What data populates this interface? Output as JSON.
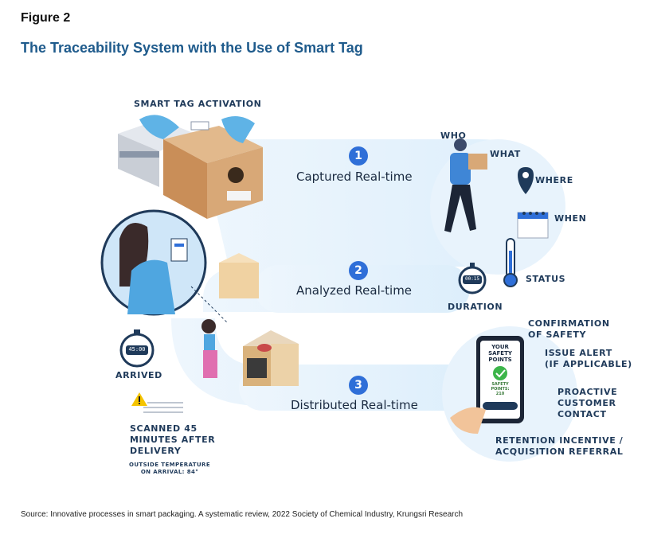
{
  "figure_label": "Figure 2",
  "title": "The Traceability System with the Use of Smart Tag",
  "source": "Source: Innovative processes in smart packaging. A systematic review, 2022 Society of Chemical Industry, Krungsri Research",
  "smart_tag_activation": "SMART TAG ACTIVATION",
  "stages": [
    {
      "number": "1",
      "label": "Captured Real-time"
    },
    {
      "number": "2",
      "label": "Analyzed Real-time"
    },
    {
      "number": "3",
      "label": "Distributed Real-time"
    }
  ],
  "capture_labels": {
    "who": "WHO",
    "what": "WHAT",
    "where": "WHERE",
    "when": "WHEN",
    "status": "STATUS",
    "duration": "DURATION"
  },
  "stopwatch_duration": "00:15",
  "stopwatch_arrived": "45:00",
  "arrived": "ARRIVED",
  "scanned_line1": "SCANNED 45",
  "scanned_line2": "MINUTES AFTER",
  "scanned_line3": "DELIVERY",
  "outside_temp_line1": "OUTSIDE TEMPERATURE",
  "outside_temp_line2": "ON ARRIVAL: 84°",
  "phone": {
    "line1": "YOUR",
    "line2": "SAFETY",
    "line3": "POINTS",
    "points_line1": "SAFETY",
    "points_line2": "POINTS:",
    "points_value": "210"
  },
  "outcomes": {
    "confirmation_line1": "CONFIRMATION",
    "confirmation_line2": "OF SAFETY",
    "alert_line1": "ISSUE ALERT",
    "alert_line2": "(IF APPLICABLE)",
    "proactive_line1": "PROACTIVE",
    "proactive_line2": "CUSTOMER",
    "proactive_line3": "CONTACT",
    "retention_line1": "RETENTION INCENTIVE /",
    "retention_line2": "ACQUISITION REFERRAL"
  },
  "colors": {
    "title": "#1f5b8c",
    "badge": "#2f6fd8",
    "band": "#e6f1fb",
    "band_edge": "#cfe3f5",
    "box": "#d8a877",
    "glove": "#5fb3e6",
    "check": "#3cb54a",
    "alert": "#f5c400"
  }
}
